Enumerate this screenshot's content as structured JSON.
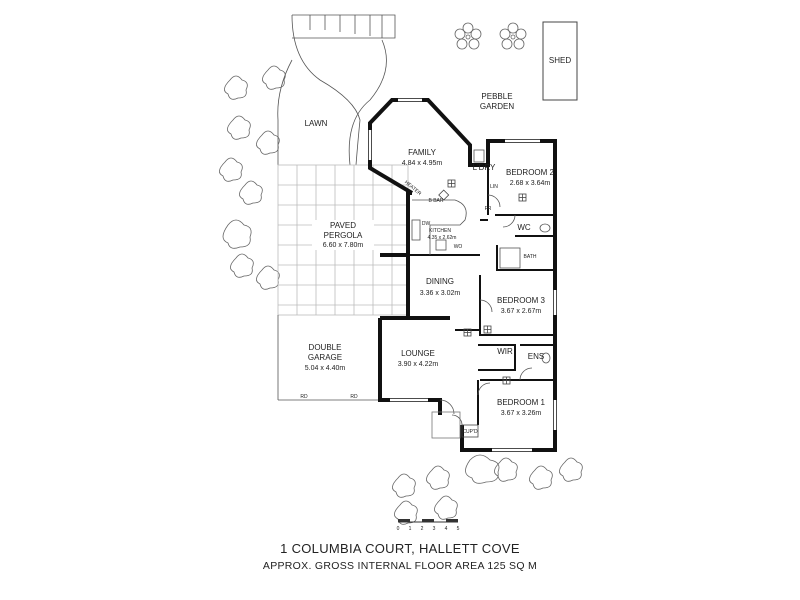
{
  "rooms": {
    "shed": "SHED",
    "pebble_1": "PEBBLE",
    "pebble_2": "GARDEN",
    "lawn": "LAWN",
    "family": "FAMILY",
    "family_dim": "4.84 x 4.95m",
    "laundry": "L'DRY",
    "lin": "LIN",
    "fr": "FR",
    "bedroom2": "BEDROOM 2",
    "bedroom2_dim": "2.68 x 3.64m",
    "heater": "HEATER",
    "bbar": "B BAR",
    "dw": "DW",
    "kitchen": "KITCHEN",
    "kitchen_dim": "4.35 x 2.62m",
    "wo": "WO",
    "wc": "WC",
    "bath": "BATH",
    "paved_1": "PAVED",
    "paved_2": "PERGOLA",
    "paved_dim": "6.60 x 7.80m",
    "dining": "DINING",
    "dining_dim": "3.36 x 3.02m",
    "bedroom3": "BEDROOM 3",
    "bedroom3_dim": "3.67 x 2.67m",
    "garage_1": "DOUBLE",
    "garage_2": "GARAGE",
    "garage_dim": "5.04 x 4.40m",
    "lounge": "LOUNGE",
    "lounge_dim": "3.90 x 4.22m",
    "wir": "WIR",
    "ens": "ENS",
    "bedroom1": "BEDROOM 1",
    "bedroom1_dim": "3.67 x 3.26m",
    "rd_1": "RD",
    "rd_2": "RD",
    "cupd": "CUP'D"
  },
  "caption": {
    "address": "1 COLUMBIA COURT, HALLETT COVE",
    "area": "APPROX. GROSS INTERNAL FLOOR AREA  125 SQ M"
  },
  "scale": {
    "ticks": [
      "0",
      "1",
      "2",
      "3",
      "4",
      "5"
    ]
  }
}
